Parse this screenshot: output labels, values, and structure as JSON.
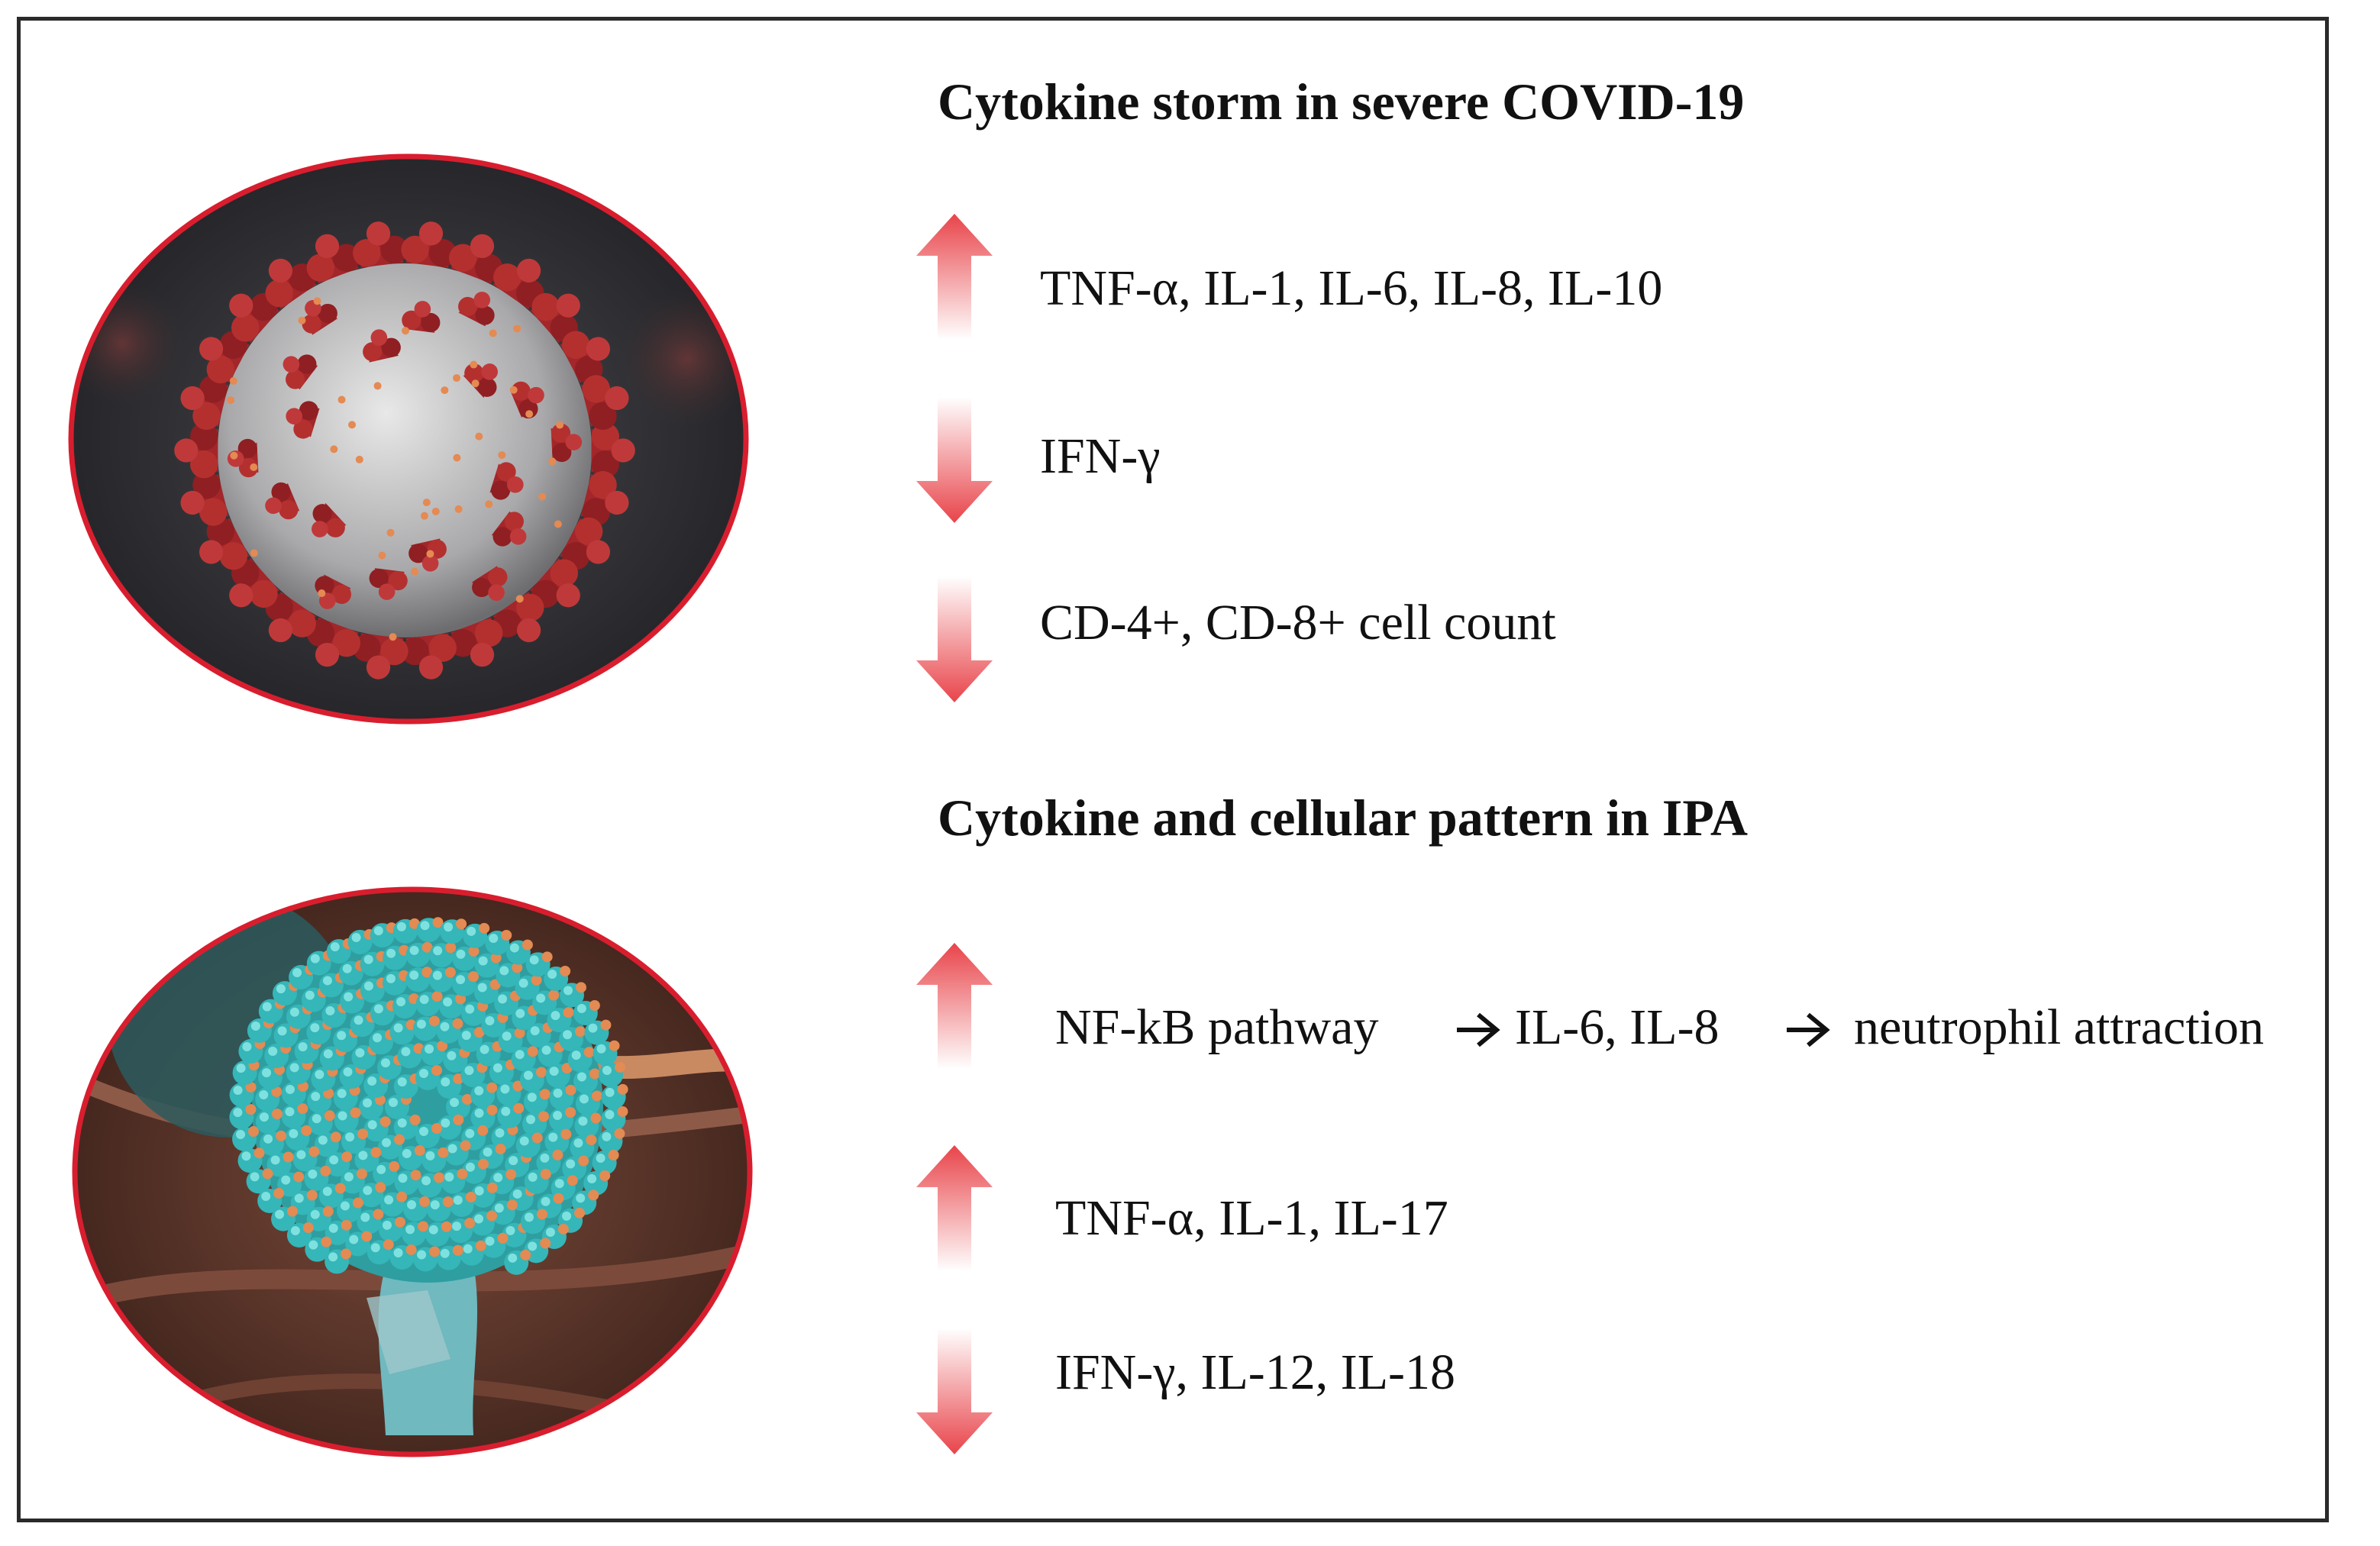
{
  "covid": {
    "title": "Cytokine storm in severe COVID-19",
    "rows": [
      {
        "direction": "up",
        "text": "TNF-α, IL-1, IL-6, IL-8, IL-10"
      },
      {
        "direction": "down",
        "text": "IFN-γ"
      },
      {
        "direction": "down",
        "text": "CD-4+, CD-8+ cell count"
      }
    ]
  },
  "ipa": {
    "title": "Cytokine and cellular pattern in IPA",
    "pathway": {
      "direction": "up",
      "step1": "NF-kB pathway",
      "step2": "IL-6, IL-8",
      "step3": "neutrophil attraction",
      "arrow_glyph": "→"
    },
    "rows": [
      {
        "direction": "up",
        "text": "TNF-α, IL-1, IL-17"
      },
      {
        "direction": "down",
        "text": "IFN-γ, IL-12, IL-18"
      }
    ]
  },
  "colors": {
    "frame": "#2a2a2a",
    "arrow": "#e8444a",
    "ring": "#d81e2e",
    "virus_spike": "#a3262a",
    "virus_body": "#bdbdbd",
    "fungus_head": "#35b6b8",
    "fungus_spore": "#e48a53"
  },
  "icons": [
    "coronavirus-image",
    "aspergillus-image",
    "up-arrow-icon",
    "down-arrow-icon",
    "right-arrow-icon"
  ]
}
